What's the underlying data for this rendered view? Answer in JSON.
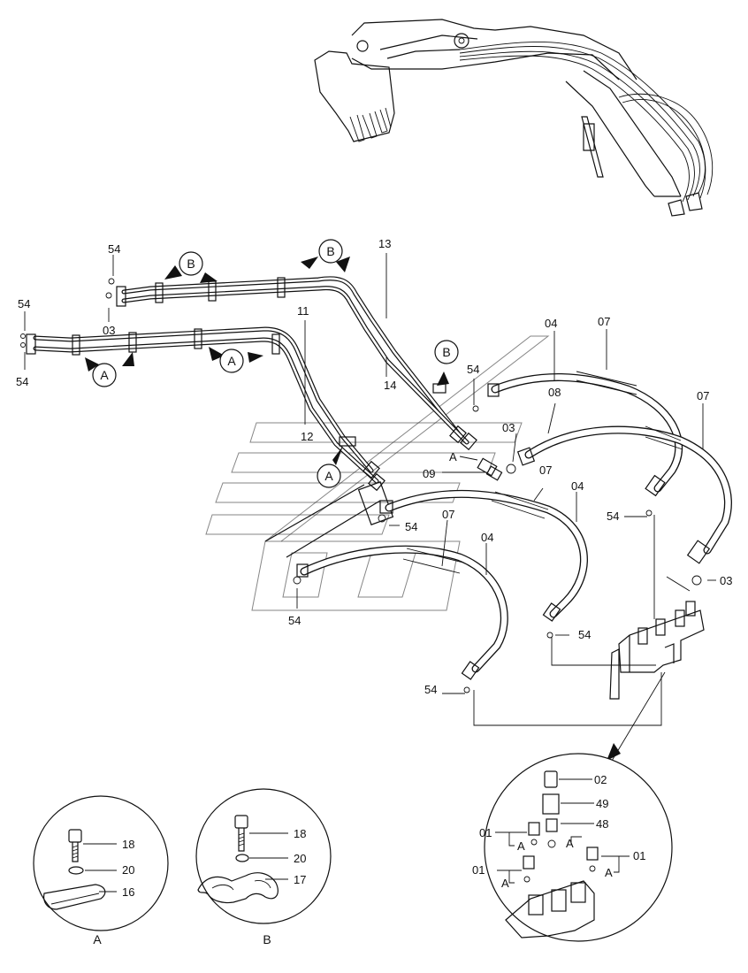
{
  "part_labels": {
    "p54_a": "54",
    "p03_a": "03",
    "p54_b": "54",
    "p54_c": "54",
    "p13": "13",
    "p11": "11",
    "p14": "14",
    "p12": "12",
    "p54_d": "54",
    "p04_a": "04",
    "p07_a": "07",
    "p08": "08",
    "p07_b": "07",
    "p03_b": "03",
    "p09": "09",
    "p07_c": "07",
    "p04_b": "04",
    "p54_e": "54",
    "p07_d": "07",
    "p04_c": "04",
    "p54_f": "54",
    "p54_g": "54",
    "p03_c": "03",
    "p54_h": "54",
    "p54_i": "54"
  },
  "callouts": {
    "a1": "A",
    "a2": "A",
    "a3": "A",
    "a_small": "A",
    "b1": "B",
    "b2": "B",
    "b3": "B"
  },
  "detail_magnified": {
    "p02": "02",
    "p49": "49",
    "p48": "48",
    "p01_left": "01",
    "p01_lower": "01",
    "p01_right": "01",
    "a_left": "A",
    "a_mid": "A",
    "a_lower": "A",
    "a_right": "A"
  },
  "detail_a": {
    "p18": "18",
    "p20": "20",
    "p16": "16",
    "caption": "A"
  },
  "detail_b": {
    "p18": "18",
    "p20": "20",
    "p17": "17",
    "caption": "B"
  }
}
